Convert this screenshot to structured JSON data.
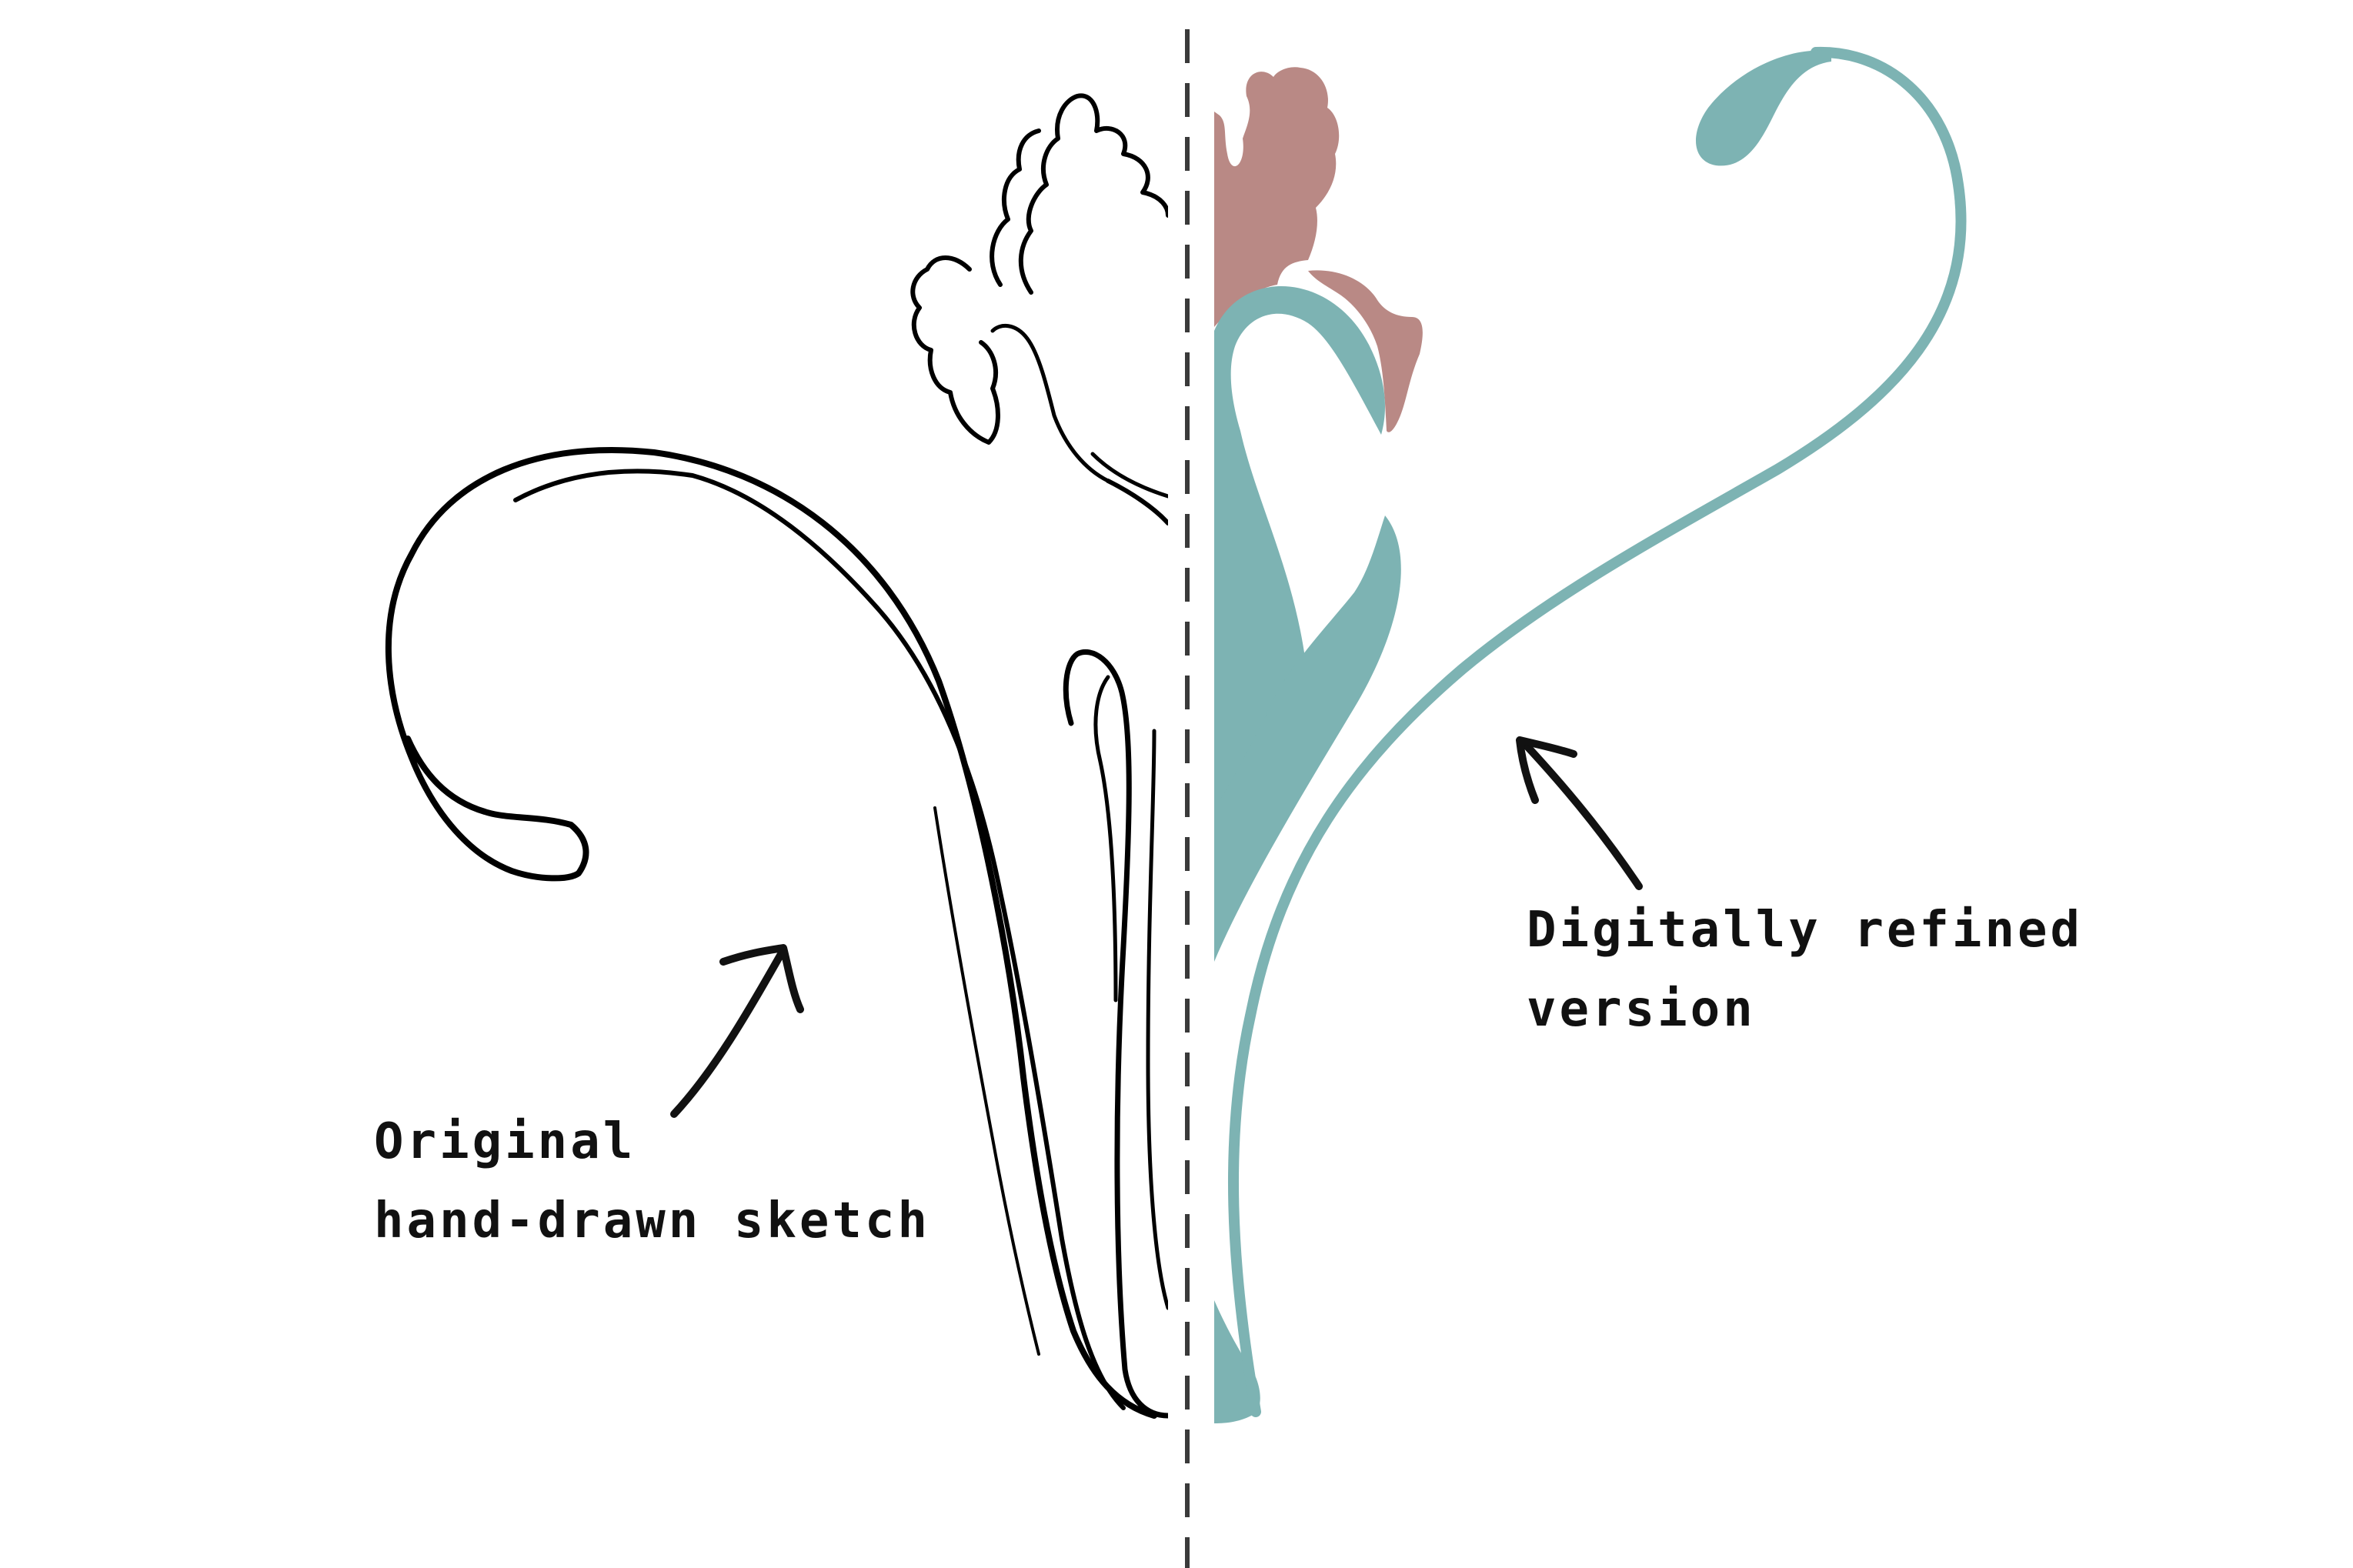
{
  "labels": {
    "original_line1": "Original",
    "original_line2": "hand-drawn sketch",
    "refined_line1": "Digitally refined",
    "refined_line2": "version"
  },
  "colors": {
    "background": "#ffffff",
    "sketch_ink": "#000000",
    "divider": "#3a3a3a",
    "teal": "#7db3b3",
    "mauve": "#b98985",
    "label_text": "#111111"
  },
  "icons": {
    "divider": "dashed-divider-line",
    "left_pointer": "arrow-up-right-icon",
    "right_pointer": "arrow-up-left-icon"
  }
}
